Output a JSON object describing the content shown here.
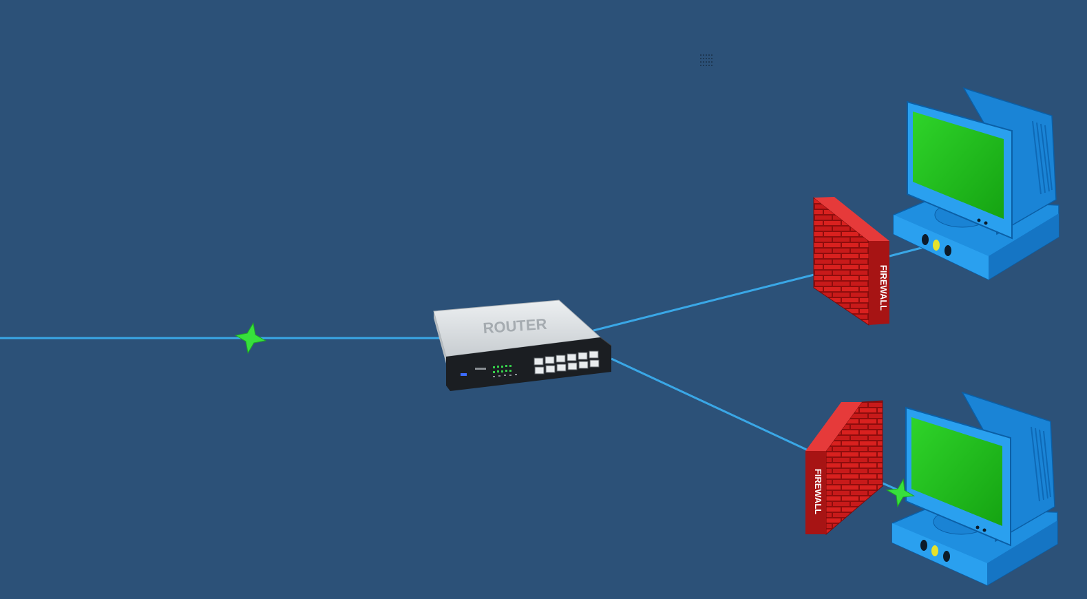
{
  "colors": {
    "background": "#2c5178",
    "cable": "#3aa7e6",
    "signal": "#37e03c",
    "firewall_brick": "#d11c1c",
    "firewall_mortar": "#8e0d0d",
    "router_top": "#d9dde0",
    "router_front": "#1b1e22",
    "computer_body": "#1f8fe0",
    "computer_screen": "#22c41f"
  },
  "router": {
    "label": "ROUTER",
    "icon": "router-icon",
    "port_count": 12
  },
  "firewalls": [
    {
      "label": "FIREWALL",
      "icon": "brick-wall-icon"
    },
    {
      "label": "FIREWALL",
      "icon": "brick-wall-icon"
    }
  ],
  "computers": [
    {
      "icon": "desktop-computer-icon"
    },
    {
      "icon": "desktop-computer-icon"
    }
  ],
  "signals": [
    {
      "icon": "sparkle-star-icon",
      "description_location": "incoming link"
    },
    {
      "icon": "sparkle-star-icon",
      "description_location": "lower firewall to computer"
    }
  ]
}
